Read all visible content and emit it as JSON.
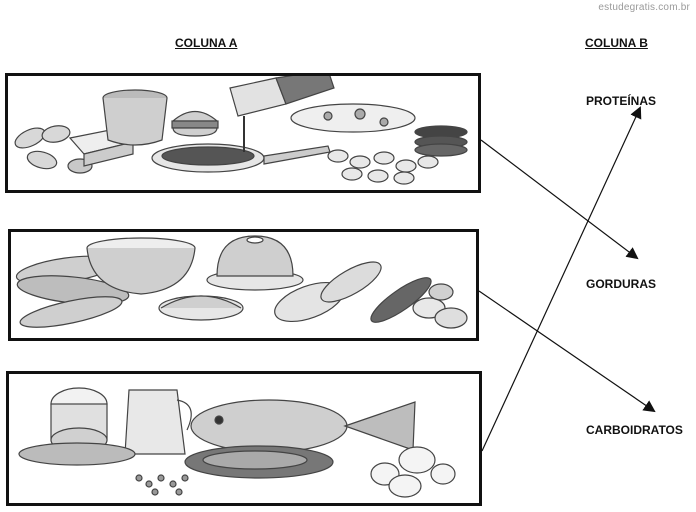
{
  "watermark": "estudegratis.com.br",
  "column_a": {
    "heading": "COLUNA A"
  },
  "column_b": {
    "heading": "COLUNA B",
    "categories": [
      "PROTEÍNAS",
      "GORDURAS",
      "CARBOIDRATOS"
    ]
  },
  "panels": [
    {
      "icons": [
        "chicken-legs-icon",
        "butter-icon",
        "cream-tub-icon",
        "burger-icon",
        "frying-pan-icon",
        "oil-carton-icon",
        "pizza-icon",
        "chocolate-bar-icon",
        "nuts-icon"
      ]
    },
    {
      "icons": [
        "corn-icon",
        "rice-bowl-icon",
        "cake-icon",
        "pie-icon",
        "bread-icon",
        "cassava-icon",
        "potatoes-icon"
      ]
    },
    {
      "icons": [
        "sausage-icon",
        "cheese-icon",
        "milk-jug-icon",
        "fish-icon",
        "steak-icon",
        "beans-icon",
        "eggs-icon"
      ]
    }
  ],
  "connections": [
    {
      "from_panel": 1,
      "to": "GORDURAS"
    },
    {
      "from_panel": 2,
      "to": "CARBOIDRATOS"
    },
    {
      "from_panel": 3,
      "to": "PROTEÍNAS"
    }
  ]
}
